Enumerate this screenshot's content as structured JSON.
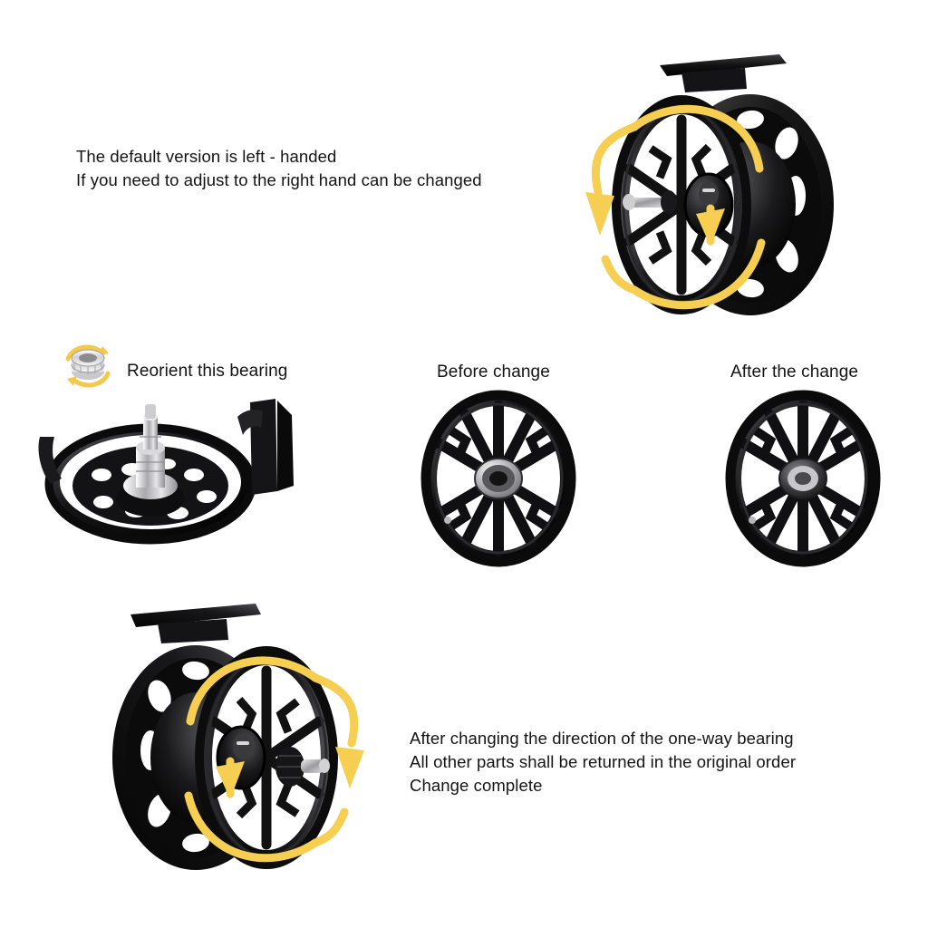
{
  "page": {
    "background_color": "#ffffff",
    "text_color": "#141414",
    "accent_color": "#f5ce52"
  },
  "intro": {
    "text": "The default version is left - handed\nIf you need to adjust to the right hand can be changed"
  },
  "bearing_callout": {
    "label": "Reorient this bearing",
    "icon": "one-way-bearing-rotate-icon"
  },
  "comparison": {
    "before_label": "Before change",
    "after_label": "After the change"
  },
  "outro": {
    "text": "After changing the direction of the one-way bearing\nAll other parts shall be returned in the original order\nChange complete"
  },
  "figures": {
    "top_reel": "fly-reel-left-handed-perspective",
    "exploded_reel": "fly-reel-frame-spindle-exposed",
    "before_reel": "fly-reel-spool-face-before",
    "after_reel": "fly-reel-spool-face-after",
    "bottom_reel": "fly-reel-right-handed-perspective"
  },
  "arrows": {
    "top_direction": "counter-clockwise",
    "bottom_direction": "clockwise",
    "color": "#f5ce52"
  }
}
